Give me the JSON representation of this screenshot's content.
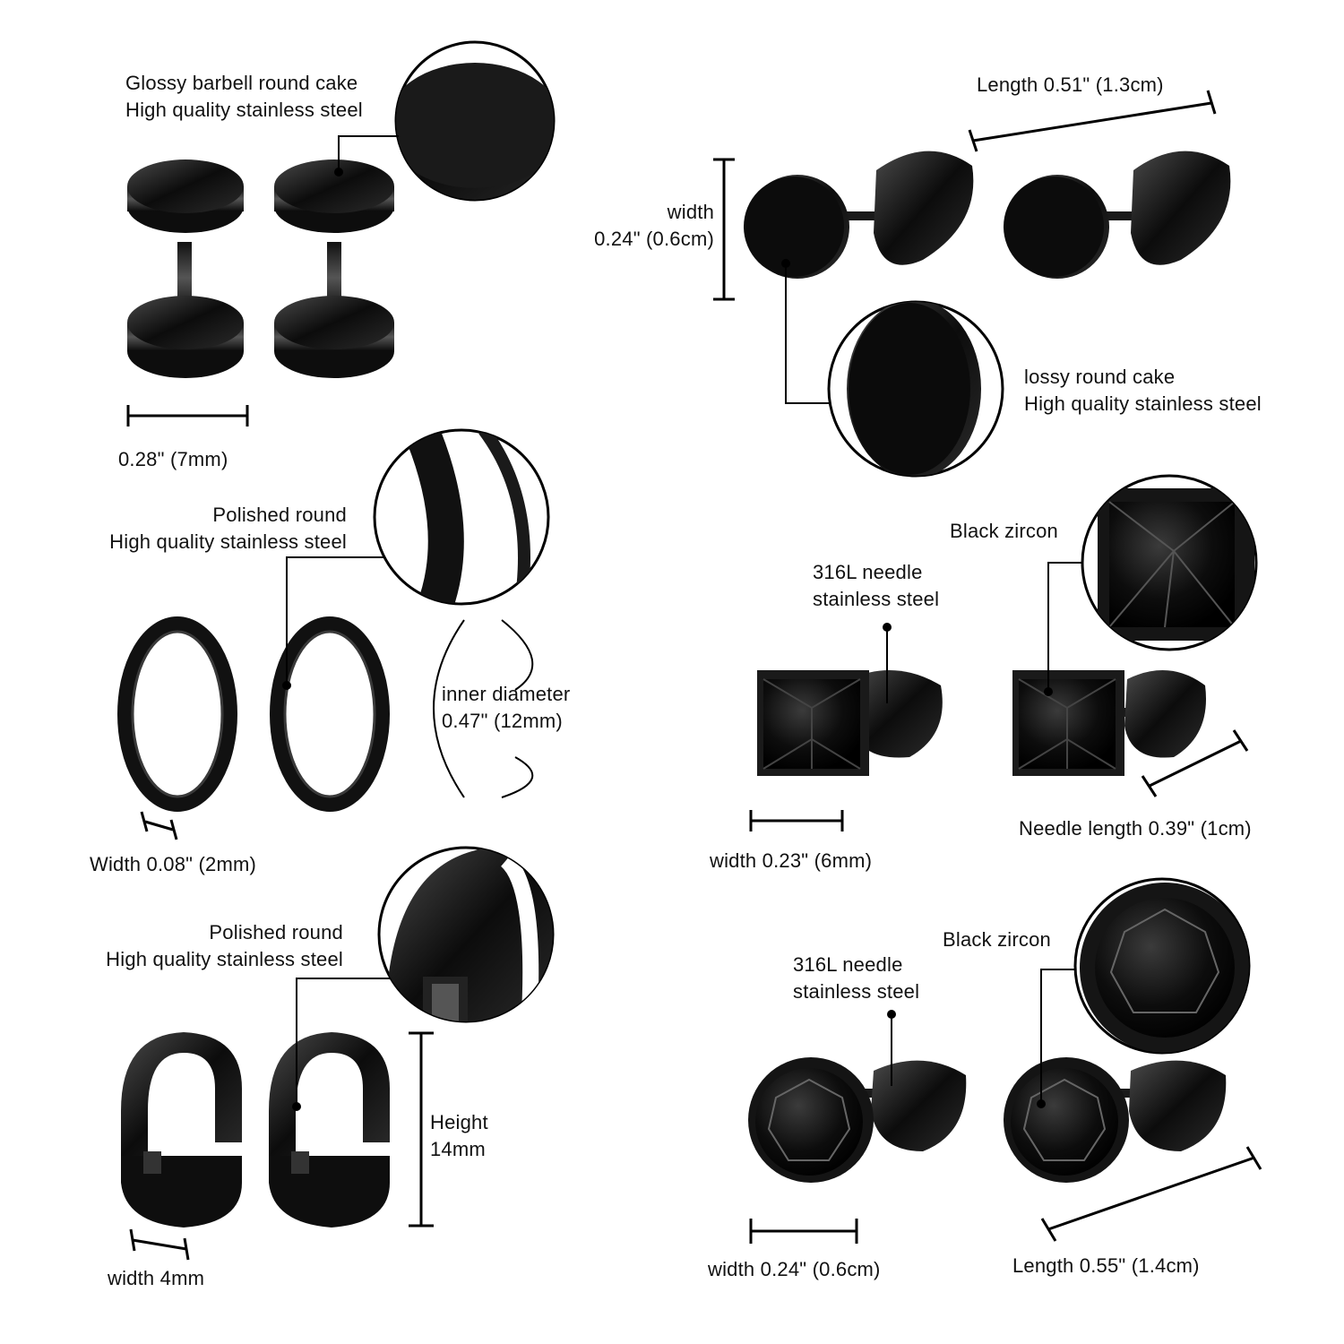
{
  "colors": {
    "background": "#ffffff",
    "metal": "#161616",
    "text": "#111111",
    "line": "#000000"
  },
  "sections": {
    "barbell": {
      "finish_line1": "Glossy barbell round cake",
      "finish_line2": "High quality stainless steel",
      "size": "0.28\" (7mm)"
    },
    "flat_stud": {
      "length": "Length 0.51\" (1.3cm)",
      "width_line1": "width",
      "width_line2": "0.24\" (0.6cm)",
      "finish_line1": "lossy round cake",
      "finish_line2": "High quality stainless steel"
    },
    "thin_hoop": {
      "finish_line1": "Polished round",
      "finish_line2": "High quality stainless steel",
      "diameter_line1": "inner diameter",
      "diameter_line2": "0.47\" (12mm)",
      "width": "Width 0.08\" (2mm)"
    },
    "square_zircon": {
      "stone": "Black zircon",
      "needle_line1": "316L needle",
      "needle_line2": "stainless steel",
      "width": "width 0.23\" (6mm)",
      "needle_length": "Needle length 0.39\" (1cm)"
    },
    "wide_hoop": {
      "finish_line1": "Polished round",
      "finish_line2": "High quality stainless steel",
      "height_line1": "Height",
      "height_line2": "14mm",
      "width": "width 4mm"
    },
    "round_zircon": {
      "stone": "Black zircon",
      "needle_line1": "316L needle",
      "needle_line2": "stainless steel",
      "width": "width 0.24\" (0.6cm)",
      "length": "Length 0.55\" (1.4cm)"
    }
  }
}
